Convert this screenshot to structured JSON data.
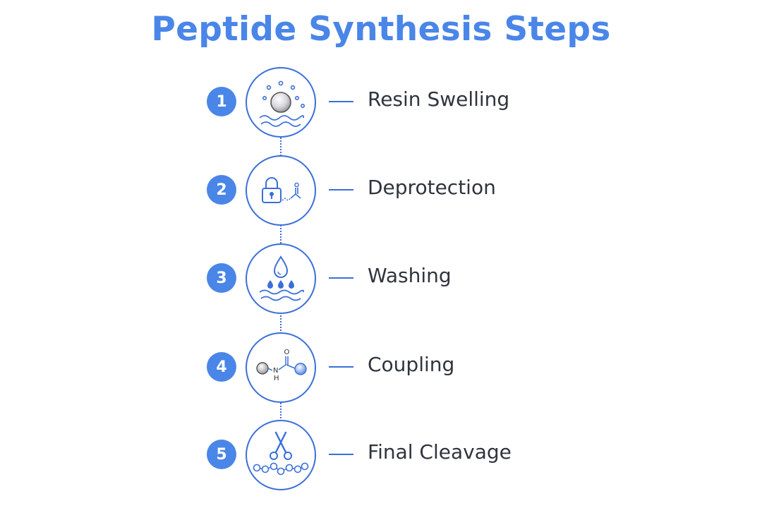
{
  "title": "Peptide Synthesis Steps",
  "colors": {
    "accent": "#4a86e8",
    "line": "#3b6fd8",
    "text": "#2f343d"
  },
  "steps": [
    {
      "number": "1",
      "label": "Resin Swelling",
      "icon": "resin-bead-swelling-icon"
    },
    {
      "number": "2",
      "label": "Deprotection",
      "icon": "padlock-protecting-group-icon"
    },
    {
      "number": "3",
      "label": "Washing",
      "icon": "water-drops-icon"
    },
    {
      "number": "4",
      "label": "Coupling",
      "icon": "amide-bond-icon",
      "icon_text": {
        "oxygen": "O",
        "nitrogen": "N",
        "hydrogen": "H"
      }
    },
    {
      "number": "5",
      "label": "Final Cleavage",
      "icon": "scissors-chain-icon"
    }
  ]
}
